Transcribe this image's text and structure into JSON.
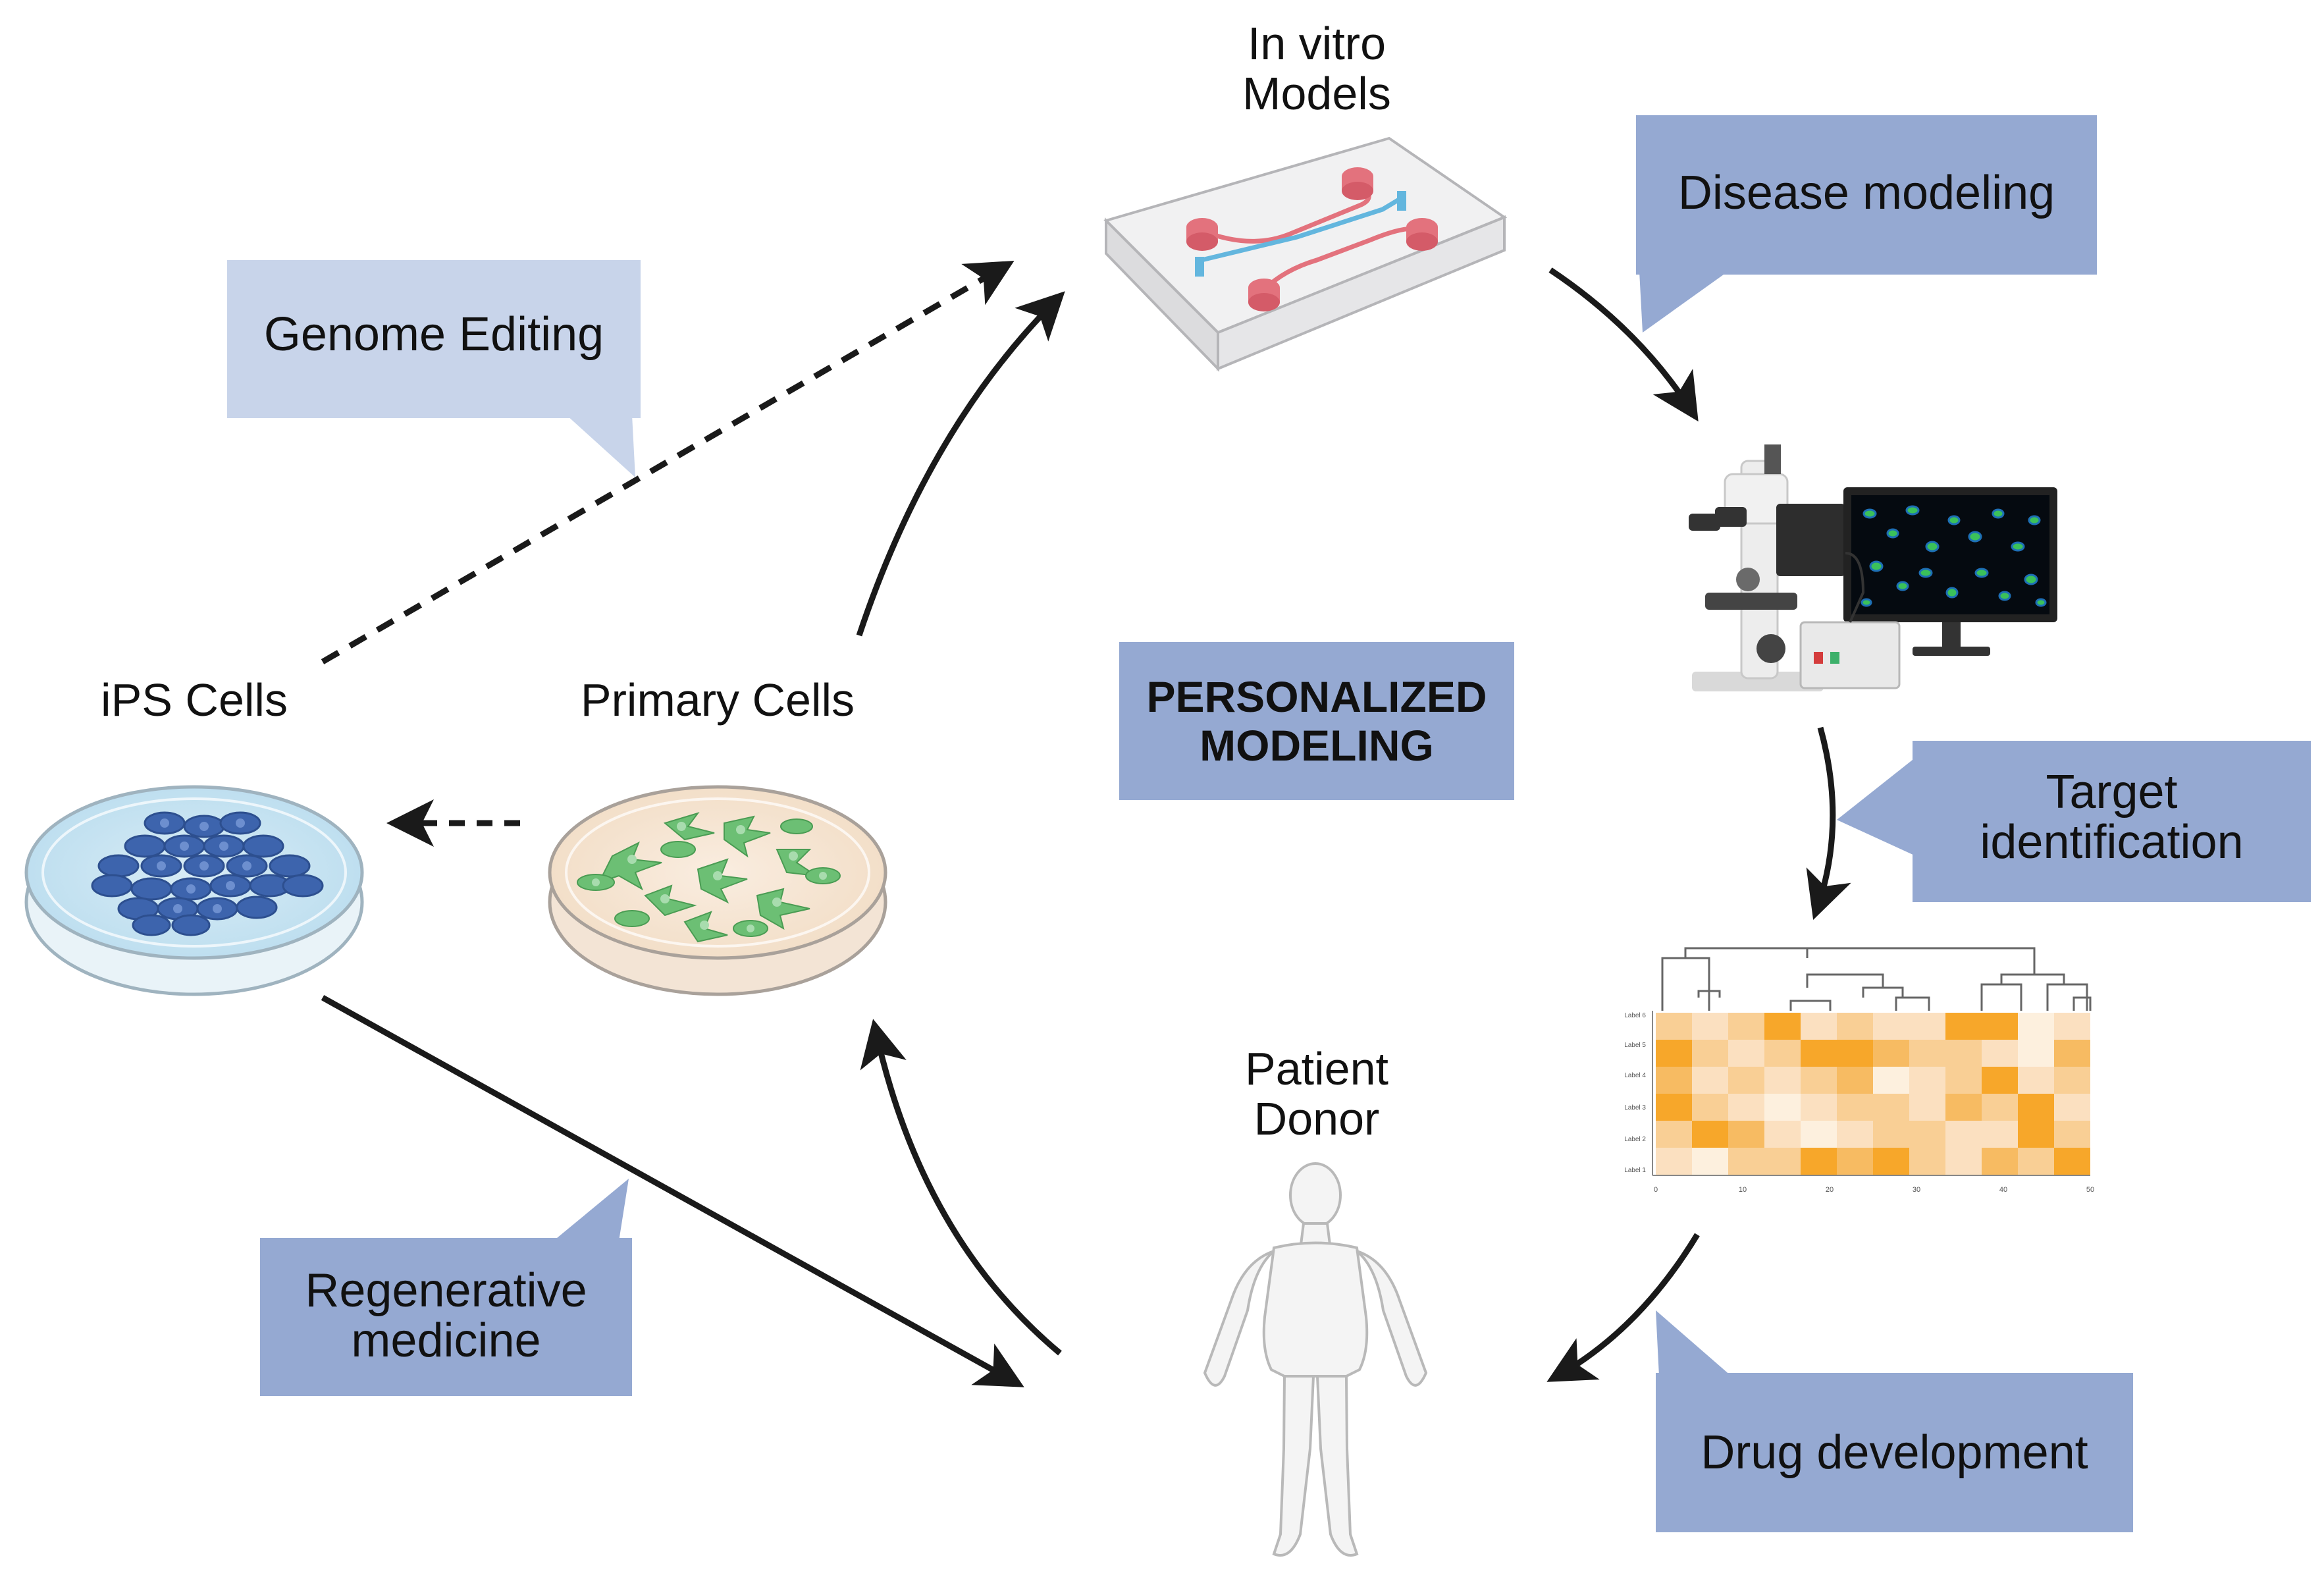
{
  "nodes": {
    "in_vitro": {
      "line1": "In vitro",
      "line2": "Models"
    },
    "ips_cells": {
      "label": "iPS Cells"
    },
    "primary_cells": {
      "label": "Primary Cells"
    },
    "patient": {
      "line1": "Patient",
      "line2": "Donor"
    }
  },
  "center": {
    "line1": "PERSONALIZED",
    "line2": "MODELING"
  },
  "callouts": {
    "genome_editing": {
      "text": "Genome Editing"
    },
    "disease_modeling": {
      "text": "Disease modeling"
    },
    "target_identification": {
      "line1": "Target",
      "line2": "identification"
    },
    "regenerative_medicine": {
      "line1": "Regenerative",
      "line2": "medicine"
    },
    "drug_development": {
      "text": "Drug development"
    }
  },
  "heatmap": {
    "row_labels": [
      "Label 6",
      "Label 5",
      "Label 4",
      "Label 3",
      "Label 2",
      "Label 1"
    ],
    "x_ticks": [
      "0",
      "10",
      "20",
      "30",
      "40",
      "50"
    ]
  },
  "colors": {
    "callout_light": "#c8d4ea",
    "callout_dark": "#95a9d2",
    "arrow": "#1a1a1a",
    "heat_high": "#f7a72a",
    "heat_low": "#fdf0de",
    "cell_blue": "#3d64ad",
    "cell_green": "#6cbf74",
    "chip_red": "#e3727d",
    "chip_blue": "#63b6de"
  }
}
